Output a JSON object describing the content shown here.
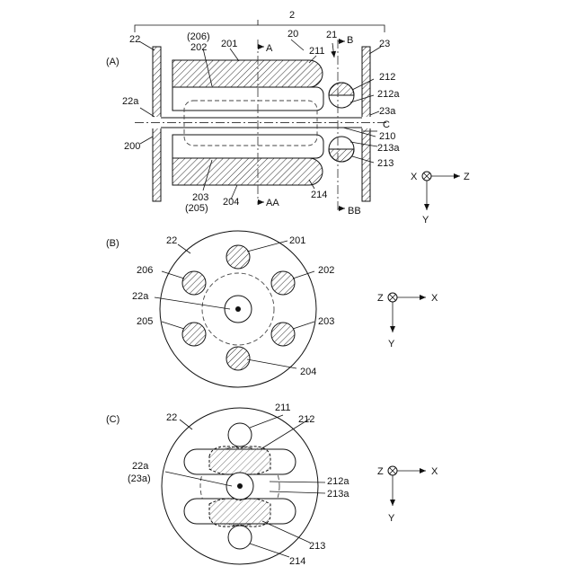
{
  "panels": {
    "A": {
      "label": "(A)",
      "refs": [
        "2",
        "20",
        "21",
        "22",
        "23",
        "22a",
        "23a",
        "200",
        "(206)",
        "202",
        "201",
        "211",
        "212",
        "212a",
        "210",
        "213a",
        "213",
        "203",
        "(205)",
        "204",
        "214",
        "A",
        "AA",
        "B",
        "BB",
        "C"
      ],
      "axes": {
        "out_of_plane": "X",
        "right": "Z",
        "down": "Y"
      }
    },
    "B": {
      "label": "(B)",
      "refs": [
        "22",
        "201",
        "206",
        "202",
        "22a",
        "205",
        "203",
        "204"
      ],
      "axes": {
        "out_of_plane": "Z",
        "right": "X",
        "down": "Y"
      }
    },
    "C": {
      "label": "(C)",
      "refs": [
        "22",
        "211",
        "212",
        "22a",
        "(23a)",
        "212a",
        "213a",
        "213",
        "214"
      ],
      "axes": {
        "out_of_plane": "Z",
        "right": "X",
        "down": "Y"
      }
    }
  }
}
